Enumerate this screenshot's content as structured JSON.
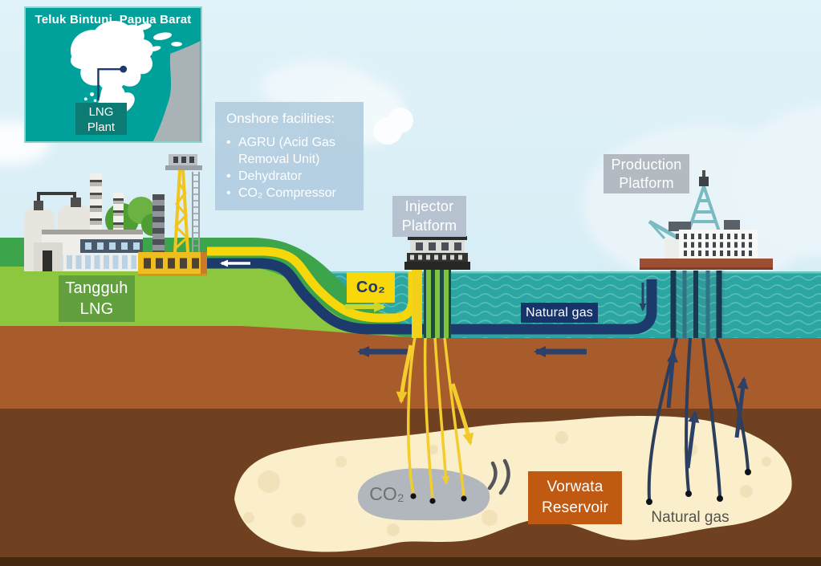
{
  "map_inset": {
    "title": "Teluk Bintuni, Papua Barat",
    "lng_plant_label": "LNG Plant"
  },
  "onshore_facilities": {
    "title": "Onshore facilities:",
    "bullet": "•",
    "items": [
      "AGRU (Acid Gas Removal Unit)",
      "Dehydrator",
      "CO₂ Compressor"
    ]
  },
  "labels": {
    "tangguh_lng": "Tangguh LNG",
    "injector_platform": "Injector Platform",
    "production_platform": "Production Platform",
    "co2_pipeline": "Co₂",
    "natural_gas_pipeline": "Natural gas",
    "vorwata_reservoir": "Vorwata Reservoir",
    "co2_plume": "CO₂",
    "natural_gas_wells": "Natural gas"
  },
  "colors": {
    "sky": "#d8edf6",
    "sea": "#2ca6a2",
    "shore_green_light": "#8dc63f",
    "shore_green_dark": "#3ca44a",
    "seabed_brown": "#a85b2b",
    "underground_brown": "#6f4120",
    "reservoir_cream": "#faeecb",
    "co2_plume_gray": "#b2b6bd",
    "pipeline_co2_yellow": "#f6d70c",
    "pipeline_gas_navy": "#1c3a6b",
    "map_teal": "#00a19a",
    "vorwata_orange": "#c05a12",
    "tangguh_green": "#61a03c",
    "info_box_blue": "#b2cde0"
  }
}
